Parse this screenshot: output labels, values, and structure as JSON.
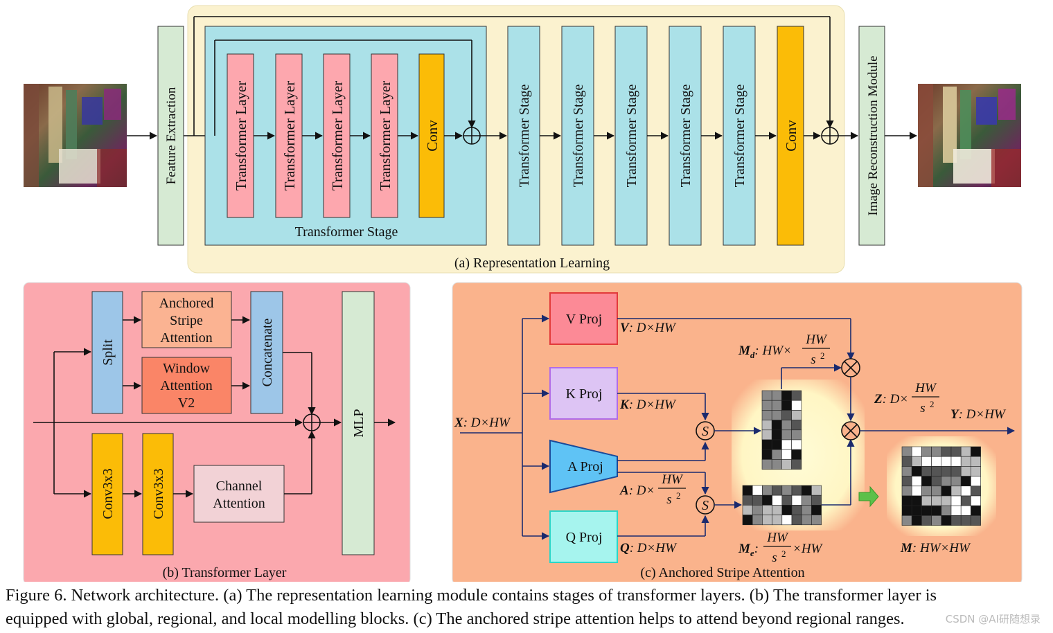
{
  "colors": {
    "panel_a": "#fbf2cf",
    "stage_cyan": "#abe1e8",
    "layer_pink": "#fda7ae",
    "conv_orange": "#fbbc07",
    "module_green": "#d6ead3",
    "panel_b": "#fba8ae",
    "panel_c": "#fab38c",
    "arrow_dark": "#111111",
    "arrow_navy": "#1a2a6e"
  },
  "panel_a": {
    "feature_extraction": "Feature Extraction",
    "layer_label": "Transformer Layer",
    "conv_label": "Conv",
    "inner_stage_title": "Transformer Stage",
    "stage_label": "Transformer Stage",
    "final_conv": "Conv",
    "image_reconstruction": "Image Reconstruction Module",
    "caption": "(a) Representation Learning"
  },
  "panel_b": {
    "split": "Split",
    "asa_lines": [
      "Anchored",
      "Stripe",
      "Attention"
    ],
    "wa_lines": [
      "Window",
      "Attention",
      "V2"
    ],
    "concatenate": "Concatenate",
    "mlp": "MLP",
    "conv1": "Conv3x3",
    "conv2": "Conv3x3",
    "ca_lines": [
      "Channel",
      "Attention"
    ],
    "caption": "(b) Transformer Layer"
  },
  "panel_c": {
    "v_proj": "V Proj",
    "k_proj": "K Proj",
    "a_proj": "A Proj",
    "q_proj": "Q Proj",
    "x_label": "X",
    "x_dim": ": D×HW",
    "v_label": "V",
    "v_dim": ": D×HW",
    "k_label": "K",
    "k_dim": ": D×HW",
    "q_label": "Q",
    "q_dim": ": D×HW",
    "a_label": "A",
    "a_dim_pre": ": D×",
    "md_label": "M",
    "md_sub": "d",
    "md_dim_pre": ": HW×",
    "me_label": "M",
    "me_sub": "e",
    "me_dim_post": "×HW",
    "z_label": "Z",
    "z_dim_pre": ": D×",
    "y_label": "Y",
    "y_dim": ": D×HW",
    "m_label": "M",
    "m_dim": ": HW×HW",
    "frac_num": "HW",
    "frac_den": "s",
    "frac_exp": "2",
    "softmax": "S",
    "matmul": "⊗",
    "caption": "(c) Anchored Stripe Attention"
  },
  "figure_caption": {
    "line1": "Figure 6. Network architecture. (a) The representation learning module contains stages of transformer layers. (b) The transformer layer is",
    "line2": "equipped with global, regional, and local modelling blocks. (c) The anchored stripe attention helps to attend beyond regional ranges."
  },
  "watermark": "CSDN @AI研随想录"
}
